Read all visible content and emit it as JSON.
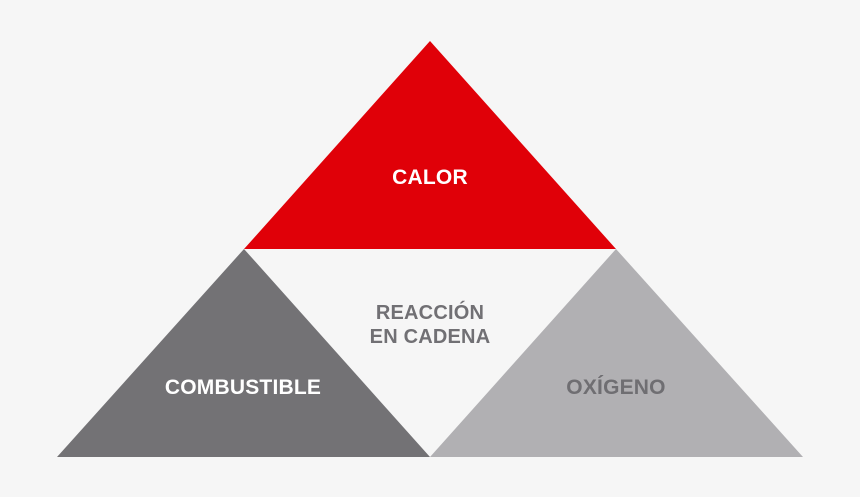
{
  "colors": {
    "background": "#f6f6f6",
    "calor": "#e00008",
    "combustible": "#737275",
    "oxigeno": "#b1b0b3",
    "reaccion_fill": "#f6f6f6",
    "text_light": "#ffffff",
    "text_reaccion": "#717074",
    "text_oxigeno": "#6f6e72"
  },
  "segments": {
    "calor": {
      "label": "CALOR"
    },
    "reaccion": {
      "line1": "REACCIÓN",
      "line2": "EN CADENA"
    },
    "combustible": {
      "label": "COMBUSTIBLE"
    },
    "oxigeno": {
      "label": "OXÍGENO"
    }
  }
}
